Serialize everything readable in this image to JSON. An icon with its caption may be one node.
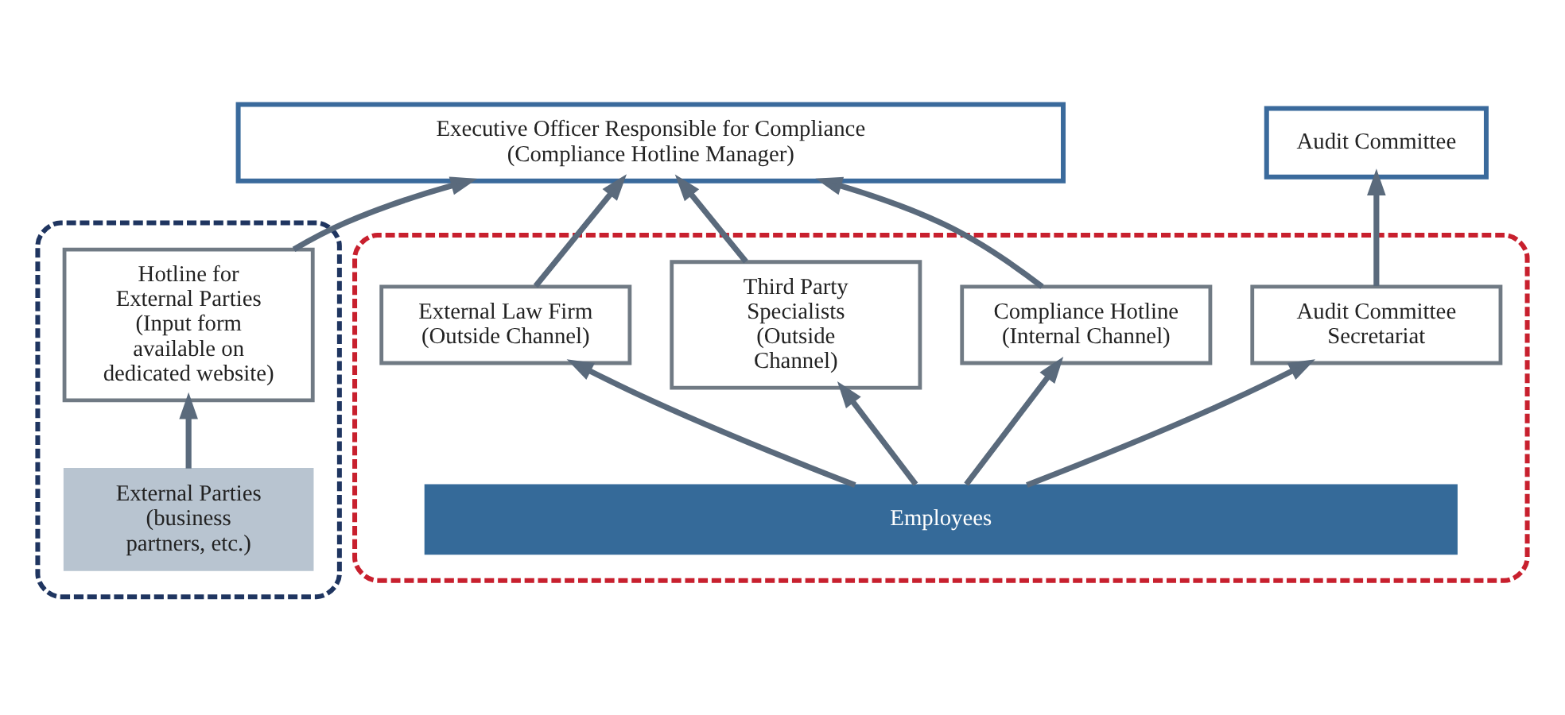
{
  "diagram": {
    "nodes": [
      {
        "text": [
          "Audit Committee"
        ]
      },
      {
        "text": [
          "Executive Officer Responsible for Compliance (Compliance Hotline Manager)"
        ]
      },
      {
        "text": [],
        "shape": "box"
      },
      {
        "text": [
          "Audit Committee Secretariat"
        ],
        "in": 2
      },
      {
        "text": [
          "External Law Firm (Outside Channel)"
        ],
        "in": 2
      },
      {
        "text": [
          "Third Party Specialists (Outside Channel)"
        ],
        "in": 2
      },
      {
        "text": [
          "Compliance Hotline (Internal Channel)"
        ],
        "in": 2
      },
      {
        "text": [
          "Employees"
        ],
        "in": 2
      },
      {
        "text": [],
        "shape": "box"
      },
      {
        "text": [
          "Hotline for External Parties (Input form available on dedicated website)"
        ],
        "in": 8
      },
      {
        "text": [
          "External Parties (business partners, etc.)"
        ],
        "in": 8
      }
    ],
    "edges": [
      {
        "from": 3,
        "to": 0,
        "arrow": "to"
      },
      {
        "from": 4,
        "to": 1,
        "arrow": "to"
      },
      {
        "from": 5,
        "to": 1,
        "arrow": "to"
      },
      {
        "from": 6,
        "to": 1,
        "arrow": "to"
      },
      {
        "from": 9,
        "to": 1,
        "arrow": "to"
      },
      {
        "from": 7,
        "to": 3,
        "arrow": "to"
      },
      {
        "from": 7,
        "to": 4,
        "arrow": "to"
      },
      {
        "from": 7,
        "to": 5,
        "arrow": "to"
      },
      {
        "from": 7,
        "to": 6,
        "arrow": "to"
      },
      {
        "from": 10,
        "to": 9,
        "arrow": "to"
      }
    ]
  }
}
